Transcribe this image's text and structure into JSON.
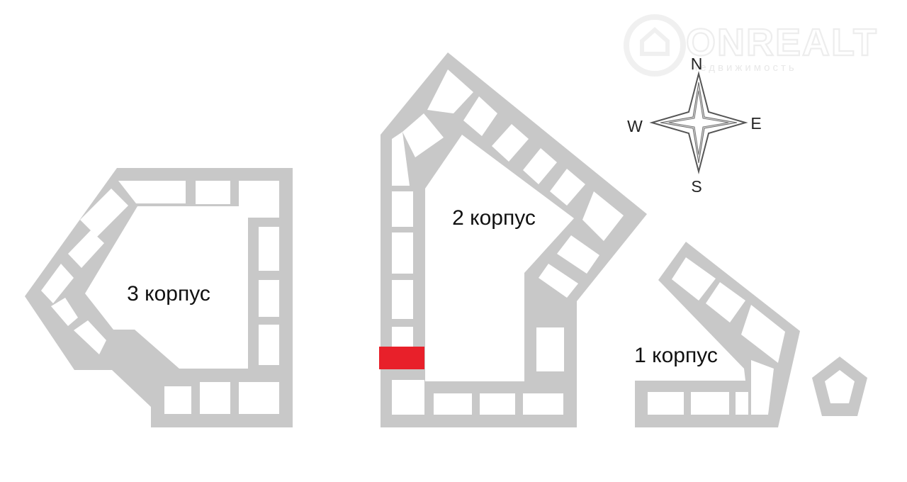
{
  "buildings": [
    {
      "id": "building-3",
      "label": "3 корпус"
    },
    {
      "id": "building-2",
      "label": "2 корпус"
    },
    {
      "id": "building-1",
      "label": "1 корпус"
    }
  ],
  "highlight": {
    "color": "#e8202a"
  },
  "wall_color": "#c8c8c8",
  "compass": {
    "north": "N",
    "east": "E",
    "south": "S",
    "west": "W"
  },
  "watermark": {
    "brand": "ONREALT",
    "tagline": "недвижимость"
  }
}
